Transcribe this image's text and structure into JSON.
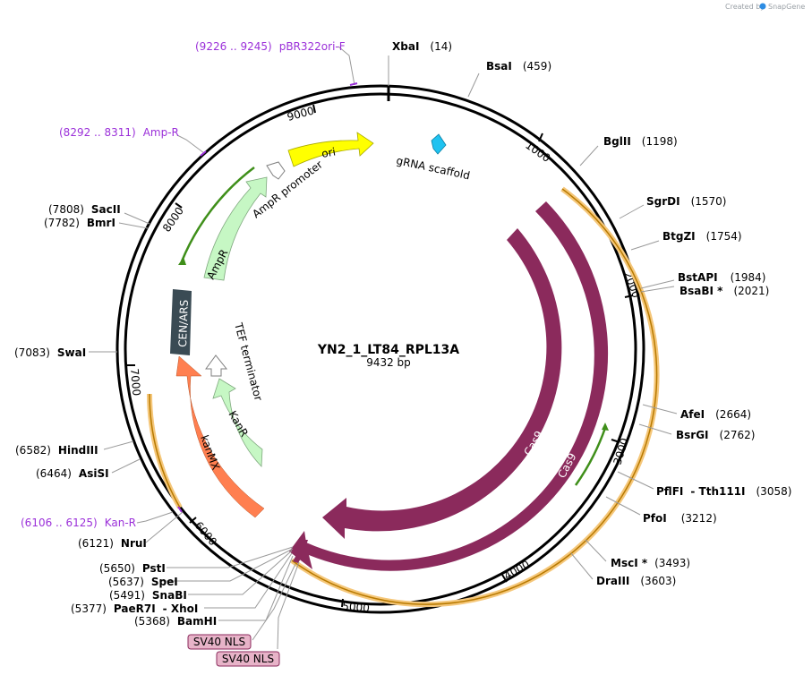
{
  "credit": {
    "prefix": "Created by",
    "brand": "SnapGene"
  },
  "plasmid": {
    "name": "YN2_1_LT84_RPL13A",
    "size_label": "9432 bp"
  },
  "ruler": [
    "1000",
    "2000",
    "3000",
    "4000",
    "5000",
    "6000",
    "7000",
    "8000",
    "9000"
  ],
  "enzymes": [
    {
      "name": "XbaI",
      "pos": "(14)"
    },
    {
      "name": "BsaI",
      "pos": "(459)"
    },
    {
      "name": "BglII",
      "pos": "(1198)"
    },
    {
      "name": "SgrDI",
      "pos": "(1570)"
    },
    {
      "name": "BtgZI",
      "pos": "(1754)"
    },
    {
      "name": "BstAPI",
      "pos": "(1984)"
    },
    {
      "name": "BsaBI *",
      "pos": "(2021)"
    },
    {
      "name": "AfeI",
      "pos": "(2664)"
    },
    {
      "name": "BsrGI",
      "pos": "(2762)"
    },
    {
      "name": "PflFI",
      "pos": "(3058)",
      "extra": "- Tth111I"
    },
    {
      "name": "PfoI",
      "pos": "(3212)"
    },
    {
      "name": "MscI *",
      "pos": "(3493)"
    },
    {
      "name": "DraIII",
      "pos": "(3603)"
    },
    {
      "name": "SacII",
      "pos": "(7808)"
    },
    {
      "name": "BmrI",
      "pos": "(7782)"
    },
    {
      "name": "SwaI",
      "pos": "(7083)"
    },
    {
      "name": "HindIII",
      "pos": "(6582)"
    },
    {
      "name": "AsiSI",
      "pos": "(6464)"
    },
    {
      "name": "NruI",
      "pos": "(6121)"
    },
    {
      "name": "PstI",
      "pos": "(5650)"
    },
    {
      "name": "SpeI",
      "pos": "(5637)"
    },
    {
      "name": "SnaBI",
      "pos": "(5491)"
    },
    {
      "name": "PaeR7I",
      "pos": "(5377)",
      "extra": "- XhoI"
    },
    {
      "name": "BamHI",
      "pos": "(5368)"
    }
  ],
  "primers": [
    {
      "range": "(9226 .. 9245)",
      "name": "pBR322ori-F"
    },
    {
      "range": "(8292 .. 8311)",
      "name": "Amp-R"
    },
    {
      "range": "(6106 .. 6125)",
      "name": "Kan-R"
    }
  ],
  "features": {
    "ori": "ori",
    "grna": "gRNA scaffold",
    "ampr_promoter": "AmpR promoter",
    "ampr": "AmpR",
    "cen": "CEN/ARS",
    "tef": "TEF terminator",
    "kanr": "KanR",
    "kanmx": "kanMX",
    "cas9_inner": "Cas9",
    "cas9_outer": "Cas9"
  },
  "nls": [
    "SV40 NLS",
    "SV40 NLS"
  ],
  "colors": {
    "cas9": "#8b2a5c",
    "kanmx": "#ff7f50",
    "kanr": "#c6f7c4",
    "ampr": "#c6f7c4",
    "ori": "#ffff00",
    "cen": "#3a4b54",
    "grna": "#1fc2f0",
    "primer": "#9b30d9",
    "orf_highlight": "#f5c77a",
    "orf_line": "#b87a00",
    "green_orf": "#3f8f1a",
    "nls": "#e7b3c8"
  }
}
